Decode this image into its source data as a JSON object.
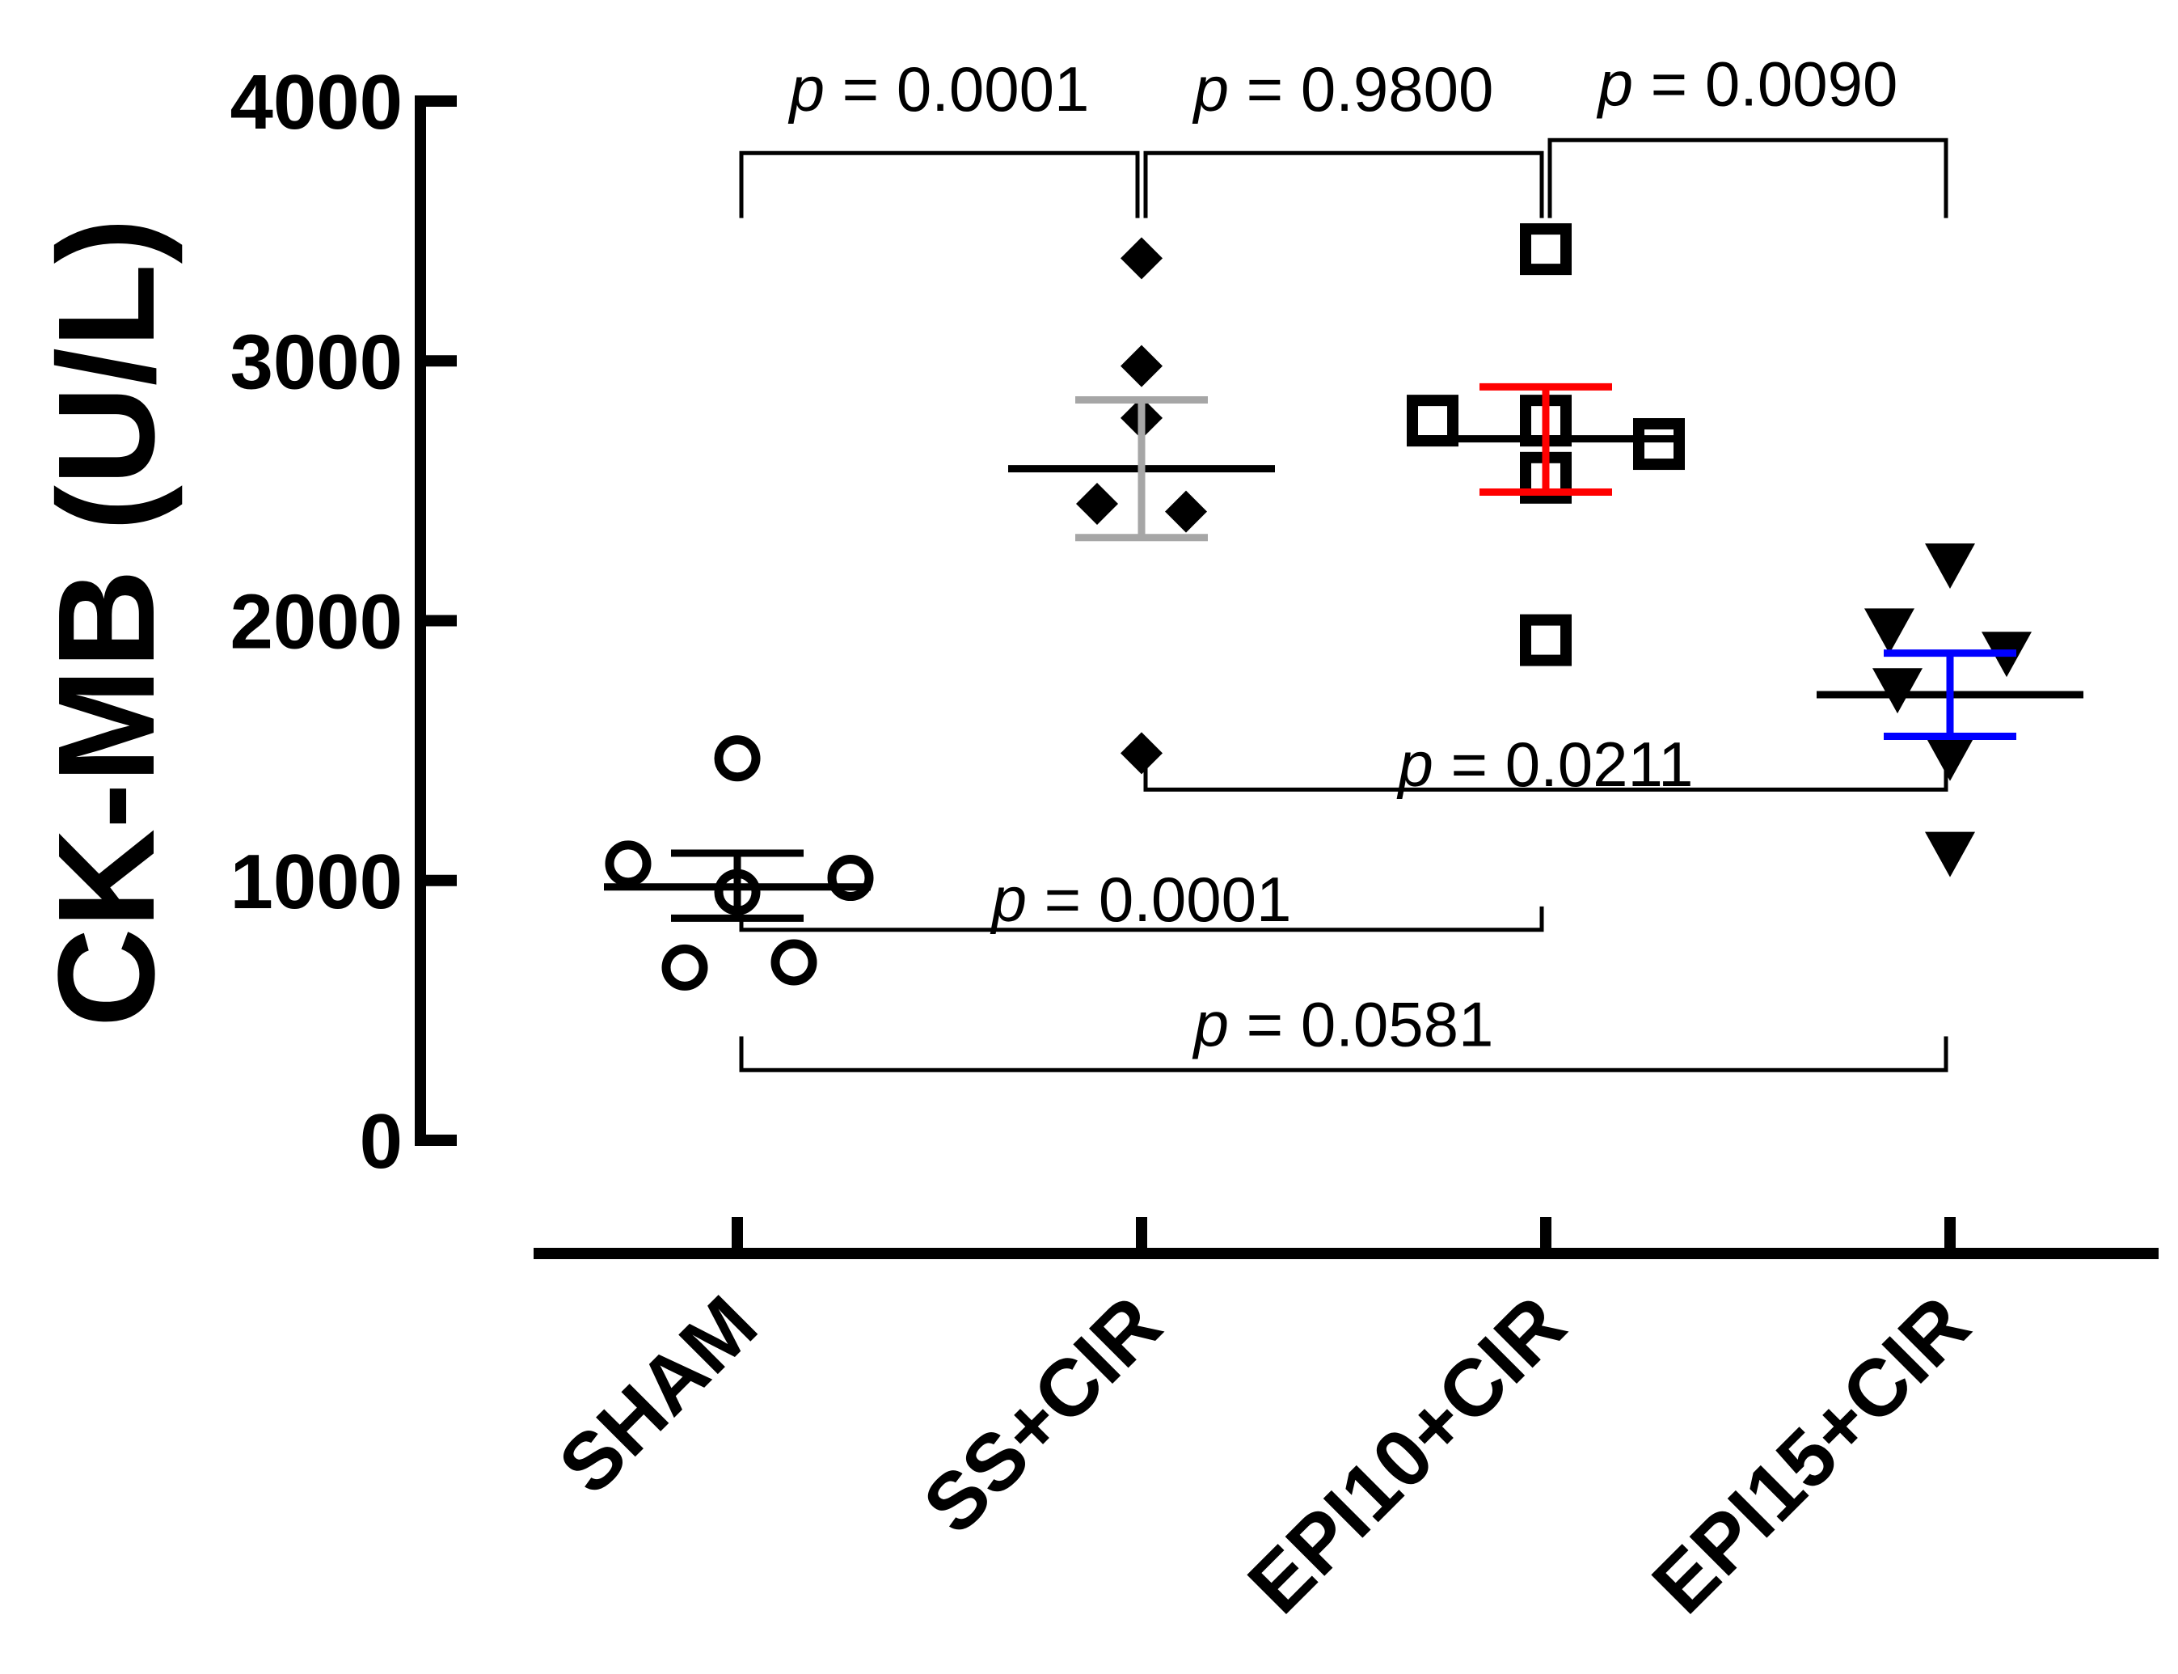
{
  "chart_data": {
    "type": "scatter",
    "ylabel": "CK-MB (U/L)",
    "ylim": [
      0,
      4000
    ],
    "yticks": [
      0,
      1000,
      2000,
      3000,
      4000
    ],
    "yticks_labels": [
      "0",
      "1000",
      "2000",
      "3000",
      "4000"
    ],
    "categories": [
      "SHAM",
      "SS+CIR",
      "EPI10+CIR",
      "EPI15+CIR"
    ],
    "groups": [
      {
        "category": "SHAM",
        "marker": "open-circle",
        "color": "#000000",
        "error_color": "#000000",
        "mean": 975,
        "sem_low": 855,
        "sem_high": 1105,
        "points": [
          1065,
          1470,
          955,
          1010,
          665,
          685
        ]
      },
      {
        "category": "SS+CIR",
        "marker": "filled-diamond",
        "color": "#000000",
        "error_color": "#a6a6a6",
        "mean": 2585,
        "sem_low": 2320,
        "sem_high": 2850,
        "points": [
          3395,
          2980,
          2780,
          2450,
          2420,
          1490
        ]
      },
      {
        "category": "EPI10+CIR",
        "marker": "open-square",
        "color": "#000000",
        "error_color": "#ff0000",
        "mean": 2700,
        "sem_low": 2495,
        "sem_high": 2900,
        "points": [
          3430,
          2770,
          2770,
          2550,
          2680,
          1925
        ]
      },
      {
        "category": "EPI15+CIR",
        "marker": "filled-down-triangle",
        "color": "#000000",
        "error_color": "#0000ff",
        "mean": 1715,
        "sem_low": 1555,
        "sem_high": 1875,
        "points": [
          2210,
          1960,
          1870,
          1730,
          1470,
          1100
        ]
      }
    ],
    "annotations": [
      {
        "p_symbol": "p",
        "text": " = 0.0001",
        "from": "SHAM",
        "to": "SS+CIR",
        "y": 3800,
        "y_end": 3550,
        "label_y": 4050
      },
      {
        "p_symbol": "p",
        "text": " = 0.9800",
        "from": "SS+CIR",
        "to": "EPI10+CIR",
        "y": 3800,
        "y_end": 3550,
        "label_y": 4050
      },
      {
        "p_symbol": "p",
        "text": " = 0.0090",
        "from": "EPI10+CIR",
        "to": "EPI15+CIR",
        "y": 3850,
        "y_end": 3550,
        "label_y": 4070
      },
      {
        "p_symbol": "p",
        "text": " = 0.0211",
        "from": "SS+CIR",
        "to": "EPI15+CIR",
        "y": 1350,
        "y_end": 1450,
        "label_y": 1450
      },
      {
        "p_symbol": "p",
        "text": " =  0.0001",
        "from": "SHAM",
        "to": "EPI10+CIR",
        "y": 810,
        "y_end": 900,
        "label_y": 930
      },
      {
        "p_symbol": "p",
        "text": " = 0.0581",
        "from": "SHAM",
        "to": "EPI15+CIR",
        "y": 270,
        "y_end": 400,
        "label_y": 450
      }
    ]
  }
}
